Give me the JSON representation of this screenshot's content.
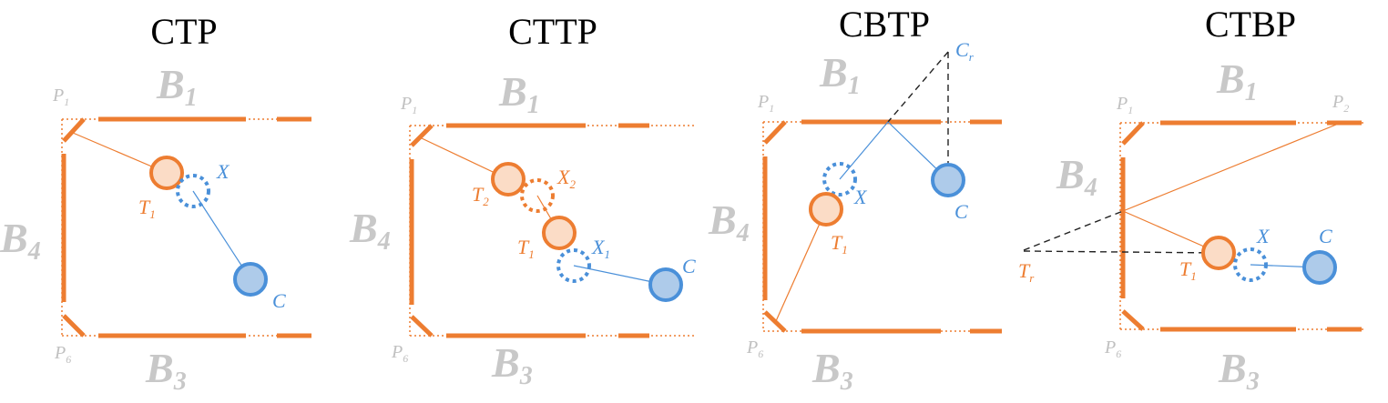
{
  "panels": [
    {
      "title": "CTP",
      "bounds": {
        "b1": "B",
        "b1_sub": "1",
        "b3": "B",
        "b3_sub": "3",
        "b4": "B",
        "b4_sub": "4"
      },
      "pockets": {
        "p1": "P",
        "p1_sub": "1",
        "p6": "P",
        "p6_sub": "6"
      },
      "balls": {
        "t1": "T",
        "t1_sub": "1",
        "x": "X",
        "c": "C"
      }
    },
    {
      "title": "CTTP",
      "bounds": {
        "b1": "B",
        "b1_sub": "1",
        "b3": "B",
        "b3_sub": "3",
        "b4": "B",
        "b4_sub": "4"
      },
      "pockets": {
        "p1": "P",
        "p1_sub": "1",
        "p6": "P",
        "p6_sub": "6"
      },
      "balls": {
        "t2": "T",
        "t2_sub": "2",
        "x2": "X",
        "x2_sub": "2",
        "t1": "T",
        "t1_sub": "1",
        "x1": "X",
        "x1_sub": "1",
        "c": "C"
      }
    },
    {
      "title": "CBTP",
      "bounds": {
        "b1": "B",
        "b1_sub": "1",
        "b3": "B",
        "b3_sub": "3",
        "b4": "B",
        "b4_sub": "4"
      },
      "pockets": {
        "p1": "P",
        "p1_sub": "1",
        "p6": "P",
        "p6_sub": "6"
      },
      "balls": {
        "cr": "C",
        "cr_sub": "r",
        "x": "X",
        "c": "C",
        "t1": "T",
        "t1_sub": "1"
      }
    },
    {
      "title": "CTBP",
      "bounds": {
        "b1": "B",
        "b1_sub": "1",
        "b3": "B",
        "b3_sub": "3",
        "b4": "B",
        "b4_sub": "4"
      },
      "pockets": {
        "p1": "P",
        "p1_sub": "1",
        "p2": "P",
        "p2_sub": "2",
        "p6": "P",
        "p6_sub": "6"
      },
      "balls": {
        "tr": "T",
        "tr_sub": "r",
        "t1": "T",
        "t1_sub": "1",
        "x": "X",
        "c": "C"
      }
    }
  ],
  "colors": {
    "wall": "#ED7D31",
    "target_fill": "#FBDCC6",
    "cue_stroke": "#4A90D9",
    "cue_fill": "#AECBEA",
    "boundary_label": "#C8C8C8",
    "reflection_line": "#222222"
  }
}
